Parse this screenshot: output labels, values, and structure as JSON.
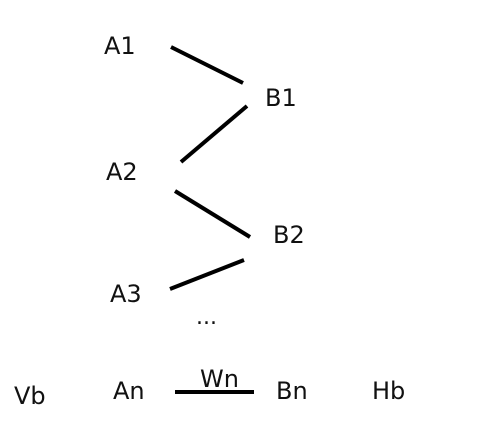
{
  "nodes": {
    "a1": "A1",
    "b1": "B1",
    "a2": "A2",
    "b2": "B2",
    "a3": "A3",
    "ellipsis": "...",
    "vb": "Vb",
    "an": "An",
    "wn": "Wn",
    "bn": "Bn",
    "hb": "Hb"
  },
  "style": {
    "text_color": "#111111",
    "line_color": "#000000",
    "background": "#ffffff"
  }
}
